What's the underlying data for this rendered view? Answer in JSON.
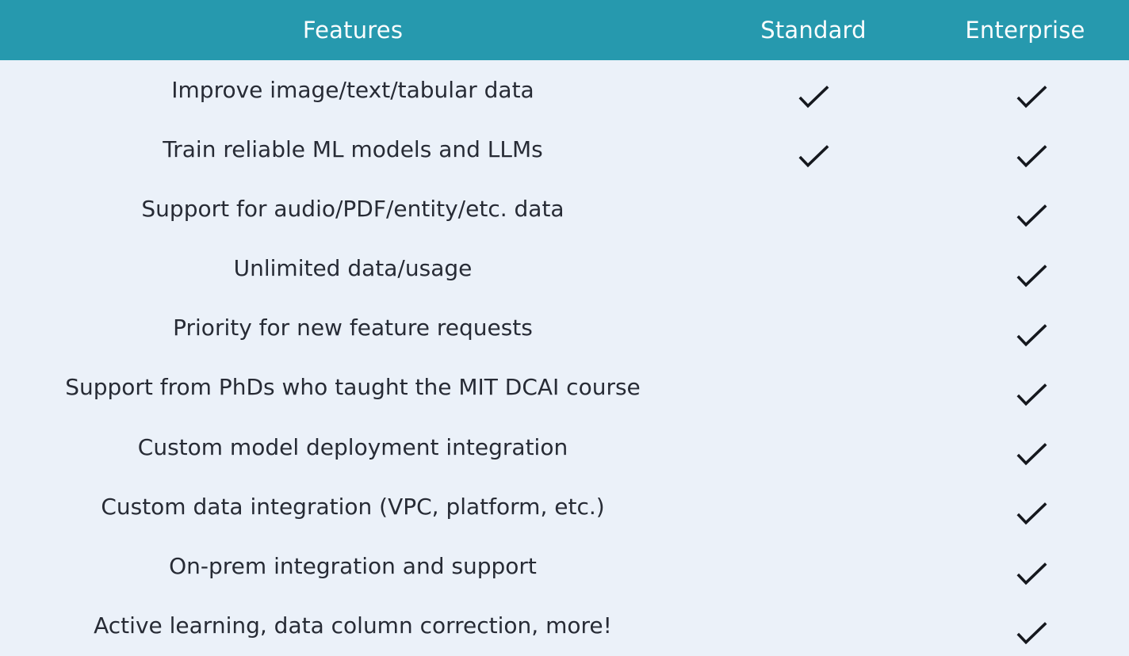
{
  "table": {
    "columns": [
      {
        "key": "feature",
        "label": "Features"
      },
      {
        "key": "standard",
        "label": "Standard"
      },
      {
        "key": "enterprise",
        "label": "Enterprise"
      }
    ],
    "rows": [
      {
        "feature": "Improve image/text/tabular data",
        "standard": true,
        "enterprise": true
      },
      {
        "feature": "Train reliable ML models and LLMs",
        "standard": true,
        "enterprise": true
      },
      {
        "feature": "Support for audio/PDF/entity/etc. data",
        "standard": false,
        "enterprise": true
      },
      {
        "feature": "Unlimited data/usage",
        "standard": false,
        "enterprise": true
      },
      {
        "feature": "Priority for new feature requests",
        "standard": false,
        "enterprise": true
      },
      {
        "feature": "Support from PhDs who taught the MIT DCAI course",
        "standard": false,
        "enterprise": true
      },
      {
        "feature": "Custom model deployment integration",
        "standard": false,
        "enterprise": true
      },
      {
        "feature": "Custom data integration (VPC, platform, etc.)",
        "standard": false,
        "enterprise": true
      },
      {
        "feature": "On-prem integration and support",
        "standard": false,
        "enterprise": true
      },
      {
        "feature": "Active learning, data column correction, more!",
        "standard": false,
        "enterprise": true
      }
    ],
    "icons": {
      "check": "checkmark-icon"
    },
    "colors": {
      "header_bg": "#2699ae",
      "header_text": "#fbfdfe",
      "body_bg": "#ebf1f9",
      "body_text": "#272b35",
      "check": "#15181e"
    }
  }
}
